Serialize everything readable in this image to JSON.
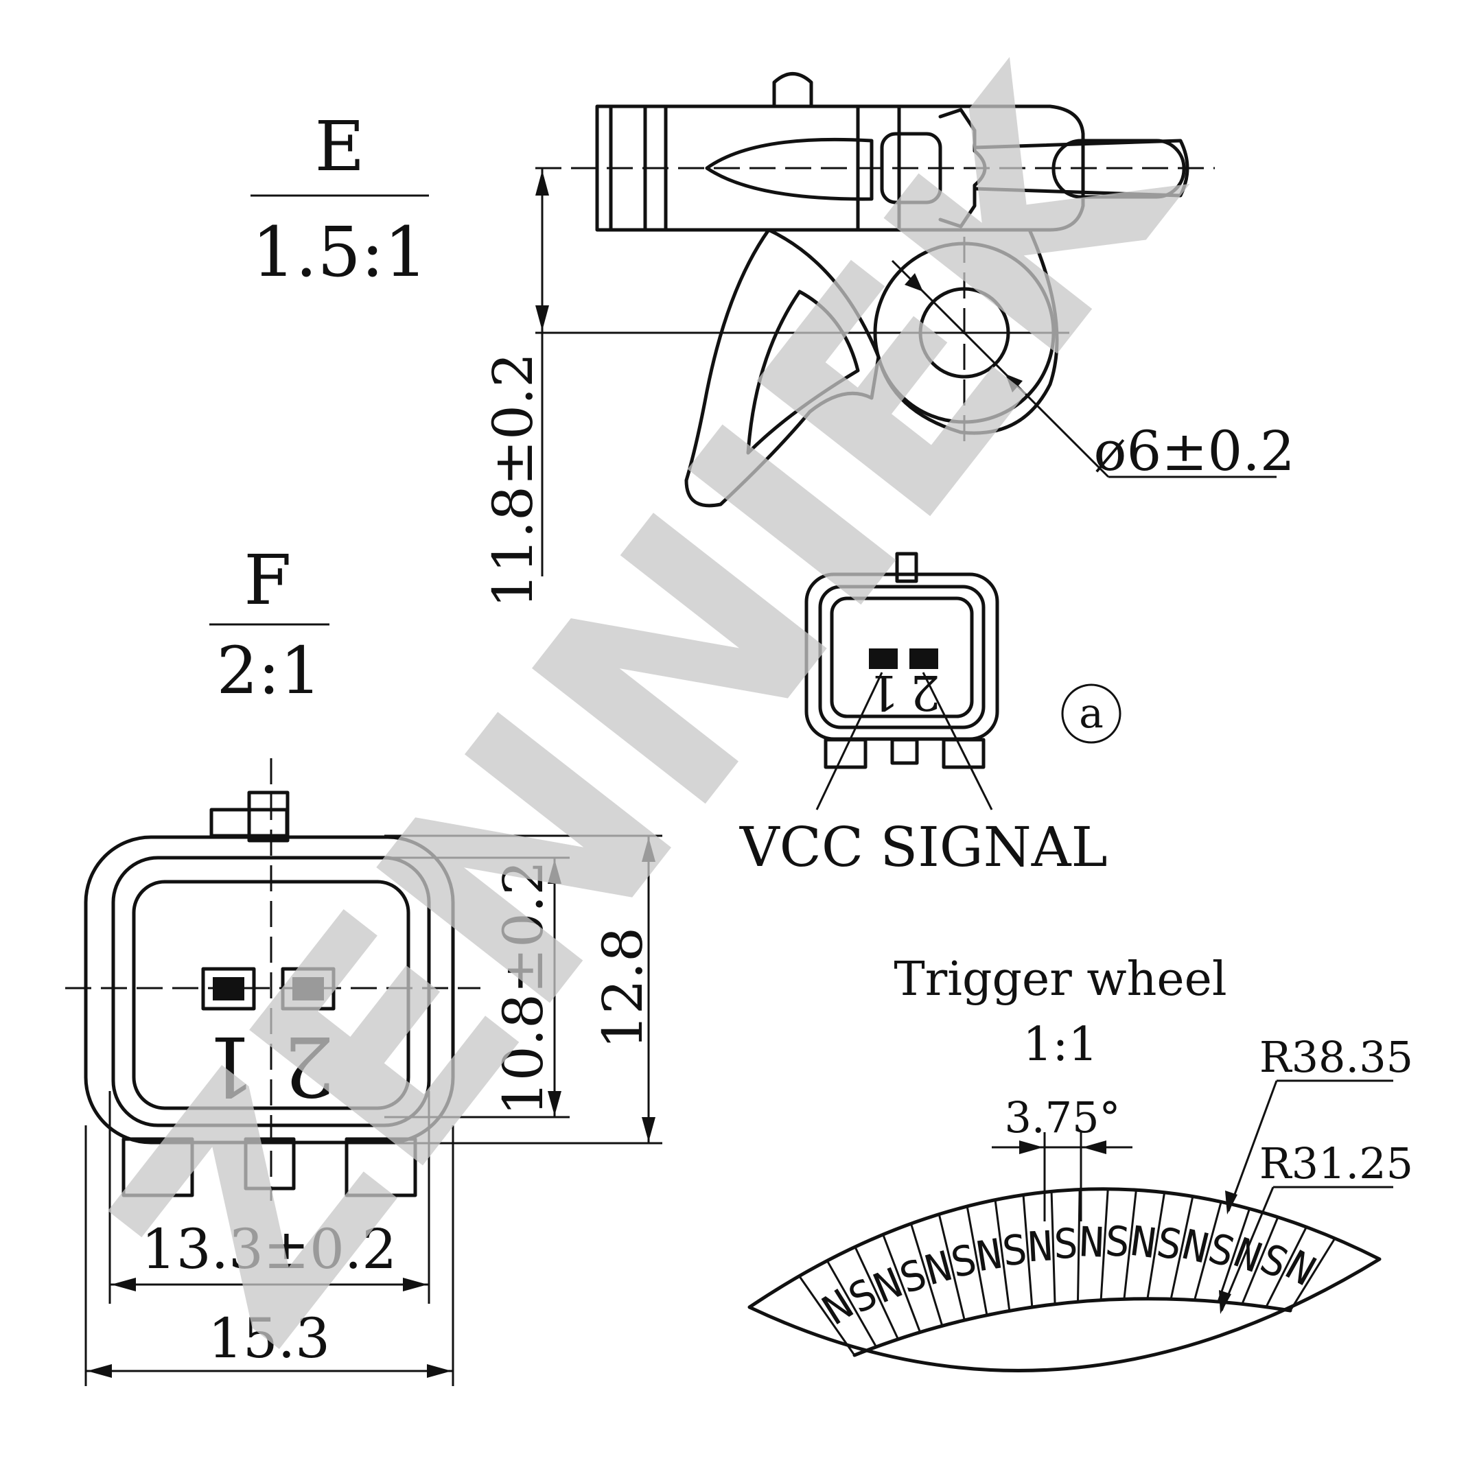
{
  "views": {
    "e": {
      "letter": "E",
      "scale": "1.5:1",
      "height_dim": "11.8±0.2",
      "diameter_dim": "ø6±0.2"
    },
    "f": {
      "letter": "F",
      "scale": "2:1",
      "width_inner": "13.3±0.2",
      "width_outer": "15.3",
      "height_inner": "10.8±0.2",
      "height_outer": "12.8",
      "pin1": "1",
      "pin2": "2"
    },
    "a": {
      "marker": "a",
      "pin1": "1",
      "pin2": "2",
      "vcc": "VCC",
      "signal": "SIGNAL"
    },
    "wheel": {
      "title": "Trigger wheel",
      "scale": "1:1",
      "angle": "3.75°",
      "r_outer": "R38.35",
      "r_inner": "R31.25",
      "poles": [
        "N",
        "S",
        "N",
        "S",
        "N",
        "S",
        "N",
        "S",
        "N",
        "S",
        "N",
        "S",
        "N",
        "S",
        "N",
        "S",
        "N",
        "S",
        "N"
      ]
    }
  },
  "watermark": "ZENNIEK",
  "colors": {
    "line": "#111111",
    "watermark": "#c8c8c8"
  },
  "icons": [
    "circled-a-icon"
  ]
}
